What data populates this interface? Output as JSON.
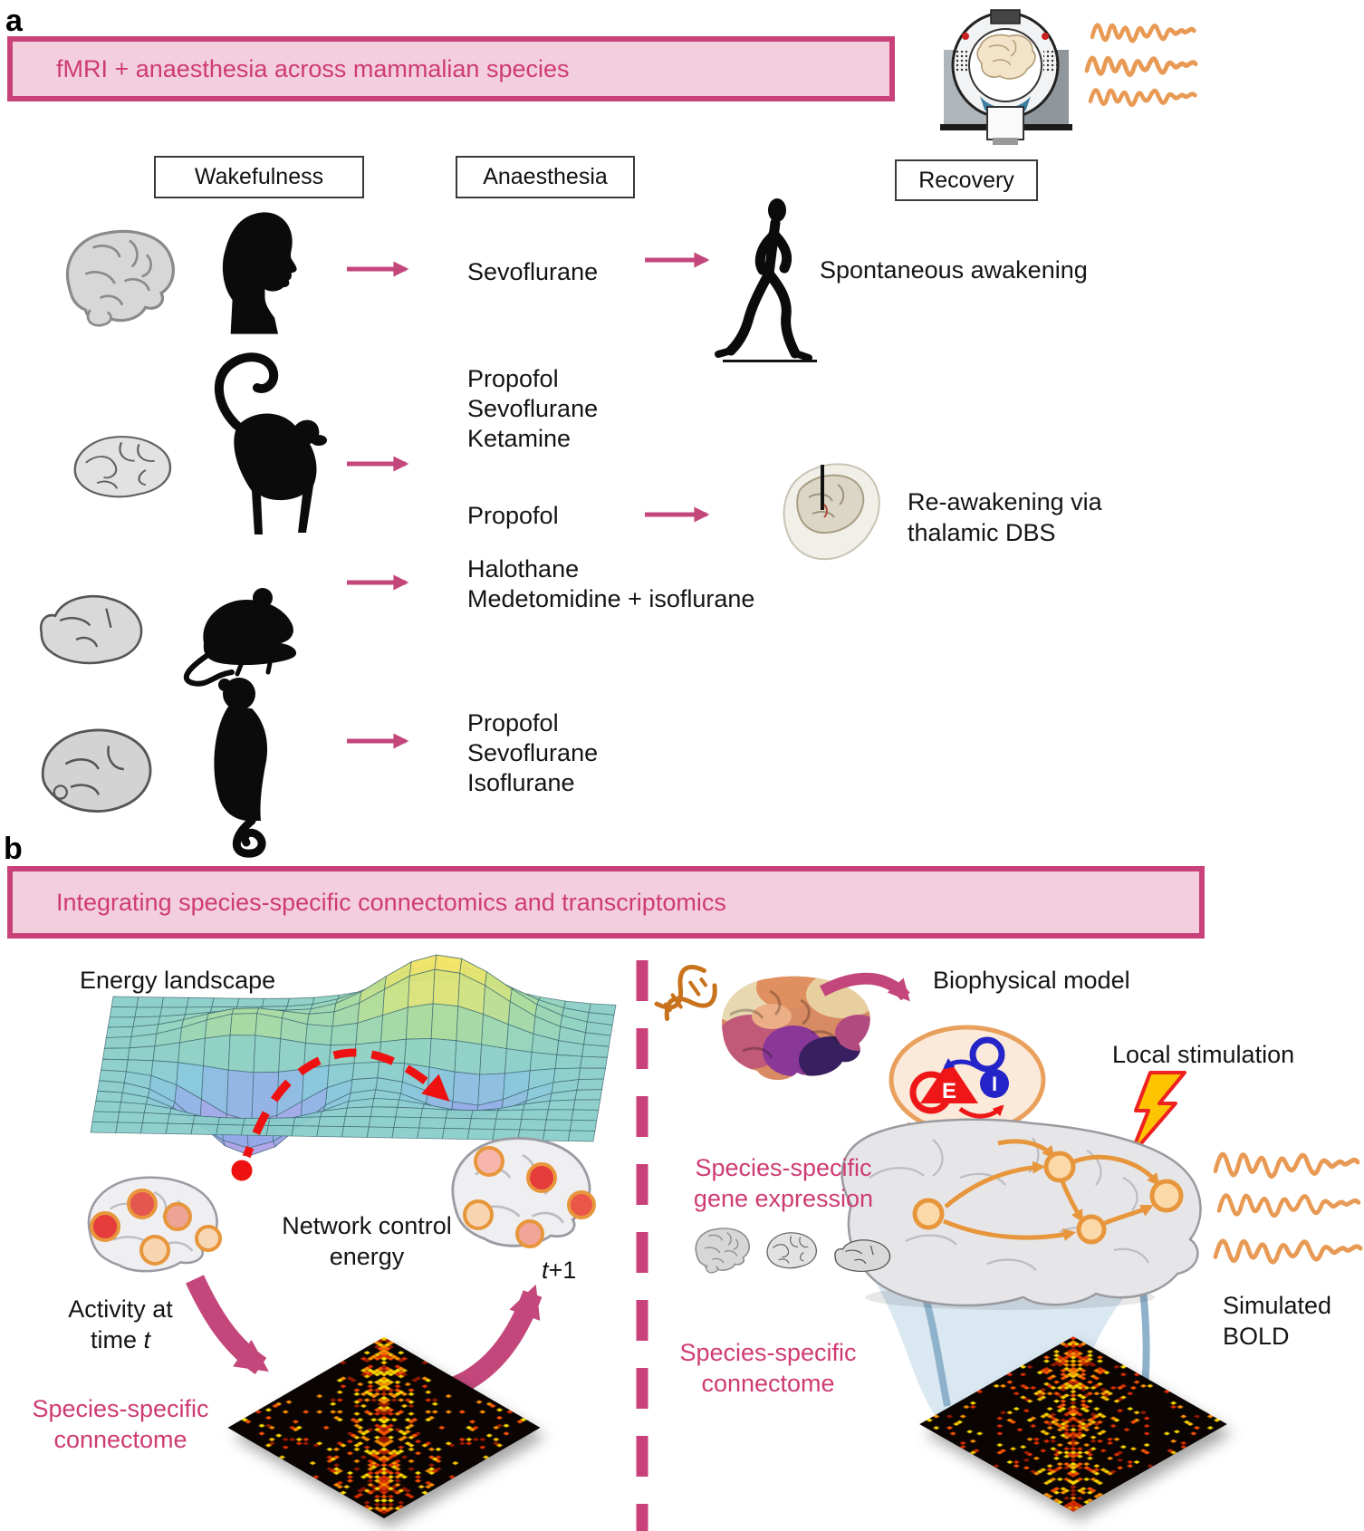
{
  "colors": {
    "accent": "#ce3b72",
    "banner_border": "#c9417a",
    "banner_bg": "#f3cfdd",
    "arrow_pink": "#c4477c",
    "trace_orange": "#e89a55",
    "network_orange": "#e8963c",
    "excitatory_red": "#ee1616",
    "inhibitory_blue": "#2424c8"
  },
  "panel_a": {
    "label": "a",
    "banner": "fMRI + anaesthesia across mammalian species",
    "columns": {
      "wakefulness": "Wakefulness",
      "anaesthesia": "Anaesthesia",
      "recovery": "Recovery"
    },
    "row_human": {
      "species": "human",
      "drug": "Sevoflurane",
      "recovery": "Spontaneous awakening"
    },
    "row_macaque": {
      "species": "macaque",
      "drugs": [
        "Propofol",
        "Sevoflurane",
        "Ketamine"
      ],
      "drug2": "Propofol",
      "recovery": "Re-awakening via thalamic DBS"
    },
    "row_rodent": {
      "species": "rodent",
      "drugs": [
        "Halothane",
        "Medetomidine + isoflurane"
      ]
    },
    "row_marmoset": {
      "species": "marmoset",
      "drugs": [
        "Propofol",
        "Sevoflurane",
        "Isoflurane"
      ]
    }
  },
  "panel_b": {
    "label": "b",
    "banner": "Integrating species-specific connectomics and transcriptomics",
    "left": {
      "title": "Energy landscape",
      "network_control": "Network control energy",
      "activity_line1": "Activity at",
      "activity_line2_prefix": "time ",
      "activity_t": "t",
      "t_plus_t": "t",
      "t_plus_suffix": "+1",
      "connectome_label": "Species-specific connectome"
    },
    "right": {
      "title": "Biophysical model",
      "gene_expression": "Species-specific gene expression",
      "local_stimulation": "Local stimulation",
      "simulated_bold": "Simulated BOLD",
      "connectome_label": "Species-specific connectome",
      "e_label": "E",
      "i_label": "I"
    }
  }
}
